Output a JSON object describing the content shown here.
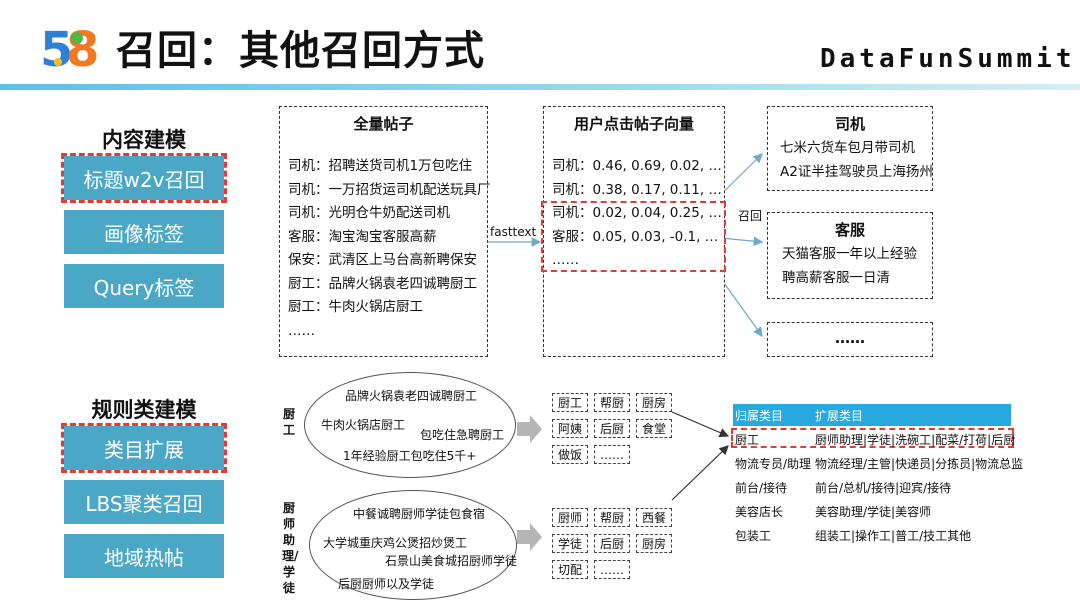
{
  "header": {
    "logo_text": "58",
    "title": "召回：其他召回方式",
    "brand": "DataFunSummit"
  },
  "left": {
    "section1_title": "内容建模",
    "section1_buttons": [
      "标题w2v召回",
      "画像标签",
      "Query标签"
    ],
    "section2_title": "规则类建模",
    "section2_buttons": [
      "类目扩展",
      "LBS聚类召回",
      "地域热帖"
    ]
  },
  "posts_box": {
    "title": "全量帖子",
    "lines": [
      "司机：招聘送货司机1万包吃住",
      "司机：一万招货运司机配送玩具厂",
      "司机：光明仓牛奶配送司机",
      "客服：淘宝淘宝客服高薪",
      "保安：武清区上马台高新聘保安",
      "厨工：品牌火锅袁老四诚聘厨工",
      "厨工：牛肉火锅店厨工",
      "……"
    ]
  },
  "edge_label_fasttext": "fasttext",
  "vector_box": {
    "title": "用户点击帖子向量",
    "lines": [
      "司机：0.46, 0.69, 0.02, …",
      "司机：0.38, 0.17, 0.11, …",
      "司机：0.02, 0.04, 0.25, …",
      "客服：0.05, 0.03, -0.1, …",
      "……"
    ]
  },
  "edge_label_recall": "召回",
  "result_boxes": [
    {
      "title": "司机",
      "lines": [
        "七米六货车包月带司机",
        "A2证半挂驾驶员上海扬州"
      ]
    },
    {
      "title": "客服",
      "lines": [
        "天猫客服一年以上经验",
        "聘高薪客服一日清"
      ]
    },
    {
      "title": "……",
      "lines": []
    }
  ],
  "cluster1": {
    "label": "厨工",
    "ellipse_lines": [
      "品牌火锅袁老四诚聘厨工",
      "牛肉火锅店厨工",
      "包吃住急聘厨工",
      "1年经验厨工包吃住5千+"
    ],
    "tags": [
      "厨工",
      "帮厨",
      "厨房",
      "阿姨",
      "后厨",
      "食堂",
      "做饭",
      "……"
    ]
  },
  "cluster2": {
    "label": "厨师助理/学徒",
    "ellipse_lines": [
      "中餐诚聘厨师学徒包食宿",
      "大学城重庆鸡公煲招炒煲工",
      "石景山美食城招厨师学徒",
      "后厨厨师以及学徒"
    ],
    "tags": [
      "厨师",
      "帮厨",
      "西餐",
      "学徒",
      "后厨",
      "厨房",
      "切配",
      "……"
    ]
  },
  "category_table": {
    "headers": [
      "归属类目",
      "扩展类目"
    ],
    "rows": [
      [
        "厨工",
        "厨师助理|学徒|洗碗工|配菜/打荷|后厨"
      ],
      [
        "物流专员/助理",
        "物流经理/主管|快递员|分拣员|物流总监"
      ],
      [
        "前台/接待",
        "前台/总机/接待|迎宾/接待"
      ],
      [
        "美容店长",
        "美容助理/学徒|美容师"
      ],
      [
        "包装工",
        "组装工|操作工|普工/技工其他"
      ]
    ]
  },
  "colors": {
    "accent_button": "#4aa8c6",
    "highlight_dash": "#e53935",
    "table_header": "#27a9df",
    "logo_5": "#2f7fd8",
    "logo_8": "#f07a22"
  }
}
